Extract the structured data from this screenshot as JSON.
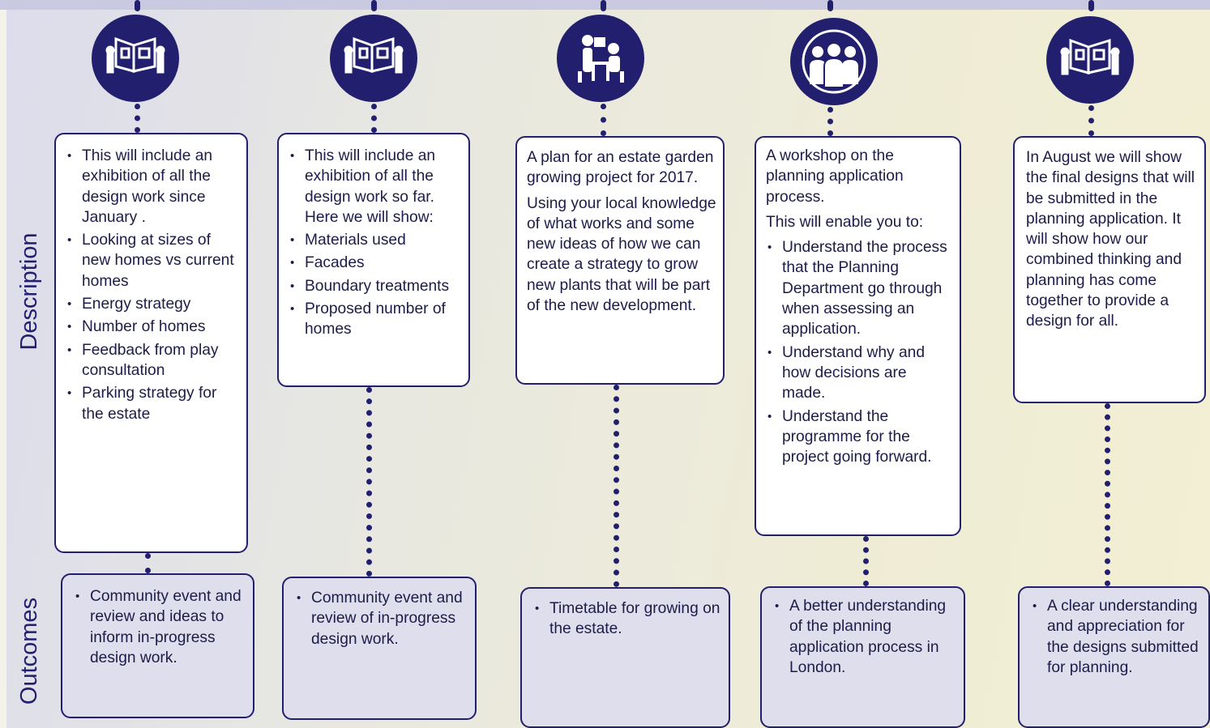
{
  "labels": {
    "description": "Description",
    "outcomes": "Outcomes"
  },
  "icons": [
    "exhibition-icon",
    "exhibition-icon",
    "workshop-table-icon",
    "group-of-people-icon",
    "exhibition-icon"
  ],
  "columns": [
    {
      "description_intro": [],
      "description_bullets": [
        "This will include an exhibition of all the design work since January .",
        "Looking at sizes of new homes vs current homes",
        "Energy strategy",
        "Number of homes",
        "Feedback from play consultation",
        "Parking strategy for the estate"
      ],
      "outcomes": [
        "Community event and review  and ideas to inform in-progress design work."
      ]
    },
    {
      "description_intro": [],
      "description_bullets": [
        "This will include an exhibition of all the design work so far. Here we will show:",
        "Materials used",
        "Facades",
        "Boundary treatments",
        "Proposed number of homes"
      ],
      "outcomes": [
        "Community event and review of in-progress design work."
      ]
    },
    {
      "description_intro": [
        "A plan for an estate garden growing project for 2017.",
        "Using your local knowledge of what works and some new ideas of how we can create a strategy to grow new plants that will be part of the new development."
      ],
      "description_bullets": [],
      "outcomes": [
        "Timetable for growing on the estate."
      ]
    },
    {
      "description_intro": [
        "A workshop on the planning application process.",
        "This will enable you to:"
      ],
      "description_bullets": [
        "Understand the process that the Planning Department go through when assessing an application.",
        "Understand why and how decisions are made.",
        "Understand the programme for the project going forward."
      ],
      "outcomes": [
        "A better understanding of the planning application process in London."
      ]
    },
    {
      "description_intro": [
        "In August we will show the final designs that will be submitted in the planning application. It will show how our combined thinking and planning has come together to provide a design for all."
      ],
      "description_bullets": [],
      "outcomes": [
        "A clear understanding and appreciation for the designs submitted for planning."
      ]
    }
  ]
}
